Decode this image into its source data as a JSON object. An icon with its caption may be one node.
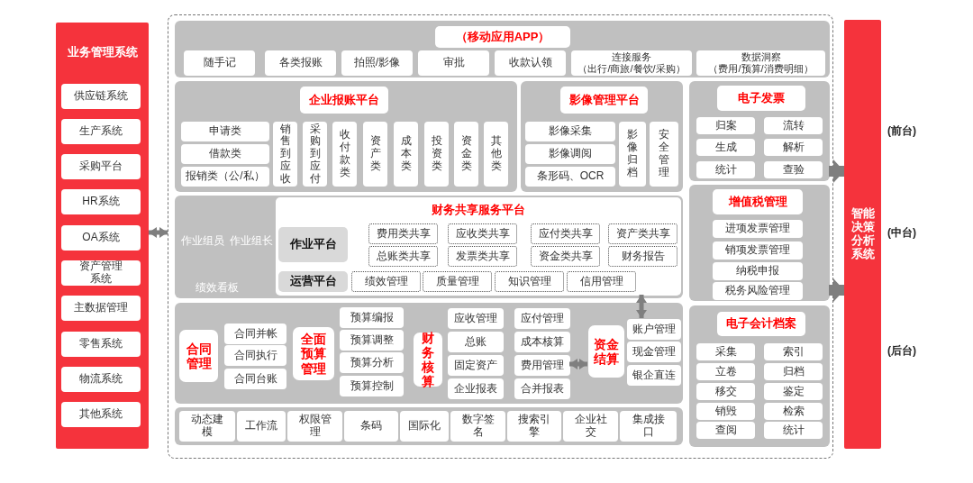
{
  "diagram": {
    "nodes": [
      {
        "text": [
          "业务管理系统"
        ]
      },
      {
        "text": [
          "供应链系统"
        ],
        "in": 0
      },
      {
        "text": [
          "生产系统"
        ],
        "in": 0
      },
      {
        "text": [
          "采购平台"
        ],
        "in": 0
      },
      {
        "text": [
          "HR系统"
        ],
        "in": 0
      },
      {
        "text": [
          "OA系统"
        ],
        "in": 0
      },
      {
        "text": [
          "资产管理系统"
        ],
        "in": 0
      },
      {
        "text": [
          "主数据管理"
        ],
        "in": 0
      },
      {
        "text": [
          "零售系统"
        ],
        "in": 0
      },
      {
        "text": [
          "物流系统"
        ],
        "in": 0
      },
      {
        "text": [
          "其他系统"
        ],
        "in": 0
      },
      {
        "text": [],
        "shape": "box"
      },
      {
        "text": [],
        "shape": "box",
        "in": 11
      },
      {
        "text": [
          "（移动应用APP）"
        ],
        "in": 12
      },
      {
        "text": [
          "随手记"
        ],
        "in": 12
      },
      {
        "text": [
          "各类报账"
        ],
        "in": 12
      },
      {
        "text": [
          "拍照/影像"
        ],
        "in": 12
      },
      {
        "text": [
          "审批"
        ],
        "in": 12
      },
      {
        "text": [
          "收款认领"
        ],
        "in": 12
      },
      {
        "text": [
          "连接服务（出行/商旅/餐饮/采购）"
        ],
        "in": 12
      },
      {
        "text": [
          "数据洞察（费用/预算/消费明细）"
        ],
        "in": 12
      },
      {
        "text": [],
        "shape": "box",
        "in": 11
      },
      {
        "text": [
          "企业报账平台"
        ],
        "in": 21
      },
      {
        "text": [
          "申请类"
        ],
        "in": 21
      },
      {
        "text": [
          "借款类"
        ],
        "in": 21
      },
      {
        "text": [
          "报销类（公/私）"
        ],
        "in": 21
      },
      {
        "text": [
          "销售到应收"
        ],
        "in": 21
      },
      {
        "text": [
          "采购到应付"
        ],
        "in": 21
      },
      {
        "text": [
          "收付款类"
        ],
        "in": 21
      },
      {
        "text": [
          "资产类"
        ],
        "in": 21
      },
      {
        "text": [
          "成本类"
        ],
        "in": 21
      },
      {
        "text": [
          "投资类"
        ],
        "in": 21
      },
      {
        "text": [
          "资金类"
        ],
        "in": 21
      },
      {
        "text": [
          "其他类"
        ],
        "in": 21
      },
      {
        "text": [],
        "shape": "box",
        "in": 11
      },
      {
        "text": [
          "影像管理平台"
        ],
        "in": 34
      },
      {
        "text": [
          "影像采集"
        ],
        "in": 34
      },
      {
        "text": [
          "影像调阅"
        ],
        "in": 34
      },
      {
        "text": [
          "条形码、OCR"
        ],
        "in": 34
      },
      {
        "text": [
          "影像归档"
        ],
        "in": 34
      },
      {
        "text": [
          "安全管理"
        ],
        "in": 34
      },
      {
        "text": [],
        "shape": "box",
        "in": 11
      },
      {
        "text": [
          "电子发票"
        ],
        "in": 41
      },
      {
        "text": [
          "归案"
        ],
        "in": 41
      },
      {
        "text": [
          "流转"
        ],
        "in": 41
      },
      {
        "text": [
          "生成"
        ],
        "in": 41
      },
      {
        "text": [
          "解析"
        ],
        "in": 41
      },
      {
        "text": [
          "统计"
        ],
        "in": 41
      },
      {
        "text": [
          "查验"
        ],
        "in": 41
      },
      {
        "text": [],
        "shape": "box",
        "in": 11
      },
      {
        "text": [
          "增值税管理"
        ],
        "in": 49
      },
      {
        "text": [
          "进项发票管理"
        ],
        "in": 49
      },
      {
        "text": [
          "销项发票管理"
        ],
        "in": 49
      },
      {
        "text": [
          "纳税申报"
        ],
        "in": 49
      },
      {
        "text": [
          "税务风险管理"
        ],
        "in": 49
      },
      {
        "text": [
          "作业组员",
          "作业组长",
          "绩效看板"
        ],
        "in": 11
      },
      {
        "text": [
          "财务共享服务平台"
        ],
        "in": 55
      },
      {
        "text": [
          "作业平台"
        ],
        "in": 56
      },
      {
        "text": [
          "费用类共享"
        ],
        "in": 56
      },
      {
        "text": [
          "应收类共享"
        ],
        "in": 56
      },
      {
        "text": [
          "应付类共享"
        ],
        "in": 56
      },
      {
        "text": [
          "资产类共享"
        ],
        "in": 56
      },
      {
        "text": [
          "总账类共享"
        ],
        "in": 56
      },
      {
        "text": [
          "发票类共享"
        ],
        "in": 56
      },
      {
        "text": [
          "资金类共享"
        ],
        "in": 56
      },
      {
        "text": [
          "财务报告"
        ],
        "in": 56
      },
      {
        "text": [
          "运营平台"
        ],
        "in": 56
      },
      {
        "text": [
          "绩效管理"
        ],
        "in": 56
      },
      {
        "text": [
          "质量管理"
        ],
        "in": 56
      },
      {
        "text": [
          "知识管理"
        ],
        "in": 56
      },
      {
        "text": [
          "信用管理"
        ],
        "in": 56
      },
      {
        "text": [],
        "shape": "box",
        "in": 11
      },
      {
        "text": [
          "合同管理"
        ],
        "in": 71
      },
      {
        "text": [
          "合同并帐"
        ],
        "in": 71
      },
      {
        "text": [
          "合同执行"
        ],
        "in": 71
      },
      {
        "text": [
          "合同台账"
        ],
        "in": 71
      },
      {
        "text": [
          "全面预算管理"
        ],
        "in": 71
      },
      {
        "text": [
          "预算编报"
        ],
        "in": 71
      },
      {
        "text": [
          "预算调整"
        ],
        "in": 71
      },
      {
        "text": [
          "预算分析"
        ],
        "in": 71
      },
      {
        "text": [
          "预算控制"
        ],
        "in": 71
      },
      {
        "text": [
          "财务核算"
        ],
        "in": 71
      },
      {
        "text": [
          "应收管理"
        ],
        "in": 71
      },
      {
        "text": [
          "应付管理"
        ],
        "in": 71
      },
      {
        "text": [
          "总账"
        ],
        "in": 71
      },
      {
        "text": [
          "成本核算"
        ],
        "in": 71
      },
      {
        "text": [
          "固定资产"
        ],
        "in": 71
      },
      {
        "text": [
          "费用管理"
        ],
        "in": 71
      },
      {
        "text": [
          "企业报表"
        ],
        "in": 71
      },
      {
        "text": [
          "合并报表"
        ],
        "in": 71
      },
      {
        "text": [
          "资金结算"
        ],
        "in": 71
      },
      {
        "text": [
          "账户管理"
        ],
        "in": 71
      },
      {
        "text": [
          "现金管理"
        ],
        "in": 71
      },
      {
        "text": [
          "银企直连"
        ],
        "in": 71
      },
      {
        "text": [],
        "shape": "box",
        "in": 11
      },
      {
        "text": [
          "动态建模"
        ],
        "in": 94
      },
      {
        "text": [
          "工作流"
        ],
        "in": 94
      },
      {
        "text": [
          "权限管理"
        ],
        "in": 94
      },
      {
        "text": [
          "条码"
        ],
        "in": 94
      },
      {
        "text": [
          "国际化"
        ],
        "in": 94
      },
      {
        "text": [
          "数字签名"
        ],
        "in": 94
      },
      {
        "text": [
          "搜索引擎"
        ],
        "in": 94
      },
      {
        "text": [
          "企业社交"
        ],
        "in": 94
      },
      {
        "text": [
          "集成接口"
        ],
        "in": 94
      },
      {
        "text": [],
        "shape": "box",
        "in": 11
      },
      {
        "text": [
          "电子会计档案"
        ],
        "in": 104
      },
      {
        "text": [
          "采集"
        ],
        "in": 104
      },
      {
        "text": [
          "索引"
        ],
        "in": 104
      },
      {
        "text": [
          "立卷"
        ],
        "in": 104
      },
      {
        "text": [
          "归档"
        ],
        "in": 104
      },
      {
        "text": [
          "移交"
        ],
        "in": 104
      },
      {
        "text": [
          "鉴定"
        ],
        "in": 104
      },
      {
        "text": [
          "销毁"
        ],
        "in": 104
      },
      {
        "text": [
          "检索"
        ],
        "in": 104
      },
      {
        "text": [
          "查阅"
        ],
        "in": 104
      },
      {
        "text": [
          "统计"
        ],
        "in": 104
      },
      {
        "text": [
          "智能决策分析系统"
        ],
        "beside": [
          "(前台)",
          "(中台)",
          "(后台)"
        ]
      }
    ],
    "edges": [
      {
        "from": 0,
        "to": 11,
        "arrow": "both"
      },
      {
        "from": 41,
        "to": 116,
        "arrow": "to",
        "style": "thick"
      },
      {
        "from": 49,
        "to": 116,
        "arrow": "to",
        "style": "thick"
      },
      {
        "from": 56,
        "to": 91,
        "arrow": "both"
      },
      {
        "from": 87,
        "to": 90,
        "arrow": "both"
      }
    ]
  }
}
